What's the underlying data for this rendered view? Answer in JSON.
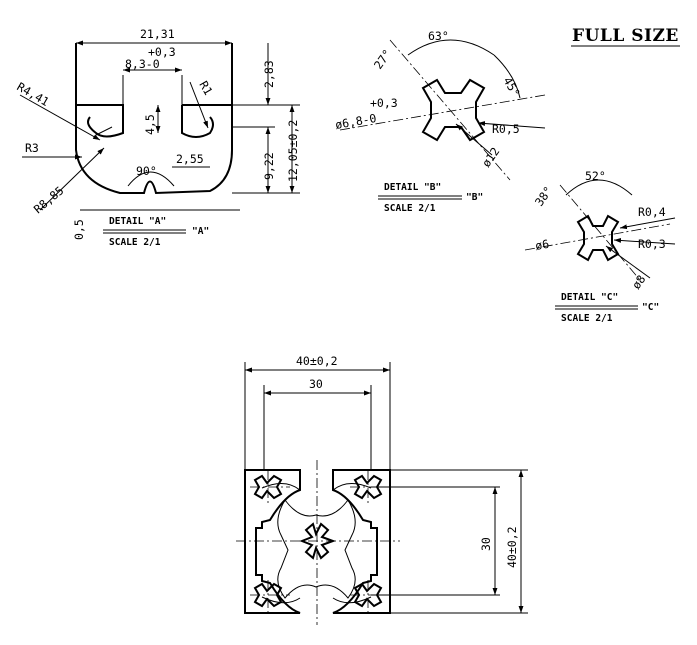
{
  "header": {
    "scale_note": "FULL SIZE"
  },
  "detail_a": {
    "title": "DETAIL \"A\"",
    "scale": "SCALE 2/1",
    "ref": "\"A\"",
    "dims": {
      "width": "21,31",
      "slot_tol": "+0,3",
      "slot": "8,3-0",
      "r441": "R4,41",
      "r1": "R1",
      "r3": "R3",
      "r885": "R8,85",
      "d45": "4,5",
      "d283": "2,83",
      "d922": "9,22",
      "d1205": "12,05±0,2",
      "d255": "2,55",
      "angle90": "90°",
      "d05": "0,5"
    }
  },
  "detail_b": {
    "title": "DETAIL \"B\"",
    "scale": "SCALE 2/1",
    "ref": "\"B\"",
    "dims": {
      "angle63": "63°",
      "angle27": "27°",
      "angle45": "45°",
      "tol": "+0,3",
      "dia": "ø6,8-0",
      "r05": "R0,5",
      "dia12": "ø12"
    }
  },
  "detail_c": {
    "title": "DETAIL \"C\"",
    "scale": "SCALE 2/1",
    "ref": "\"C\"",
    "dims": {
      "angle52": "52°",
      "angle38": "38°",
      "r04": "R0,4",
      "dia6": "ø6",
      "r03": "R0,3",
      "dia8": "ø8"
    }
  },
  "main_profile": {
    "width_total": "40±0,2",
    "width_inner": "30",
    "height_inner": "30",
    "height_total": "40±0,2"
  }
}
